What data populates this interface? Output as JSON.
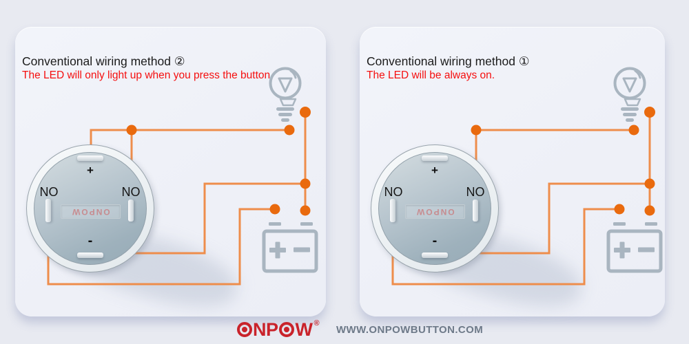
{
  "colors": {
    "wire": "#ee8d4b",
    "dot": "#e96a0e",
    "icon": "#a9b5c0",
    "brand": "#c9232b",
    "red": "#f50f0f",
    "ink": "#1b1b1b",
    "muted": "#6d7988"
  },
  "icons": {
    "bulb": "light-bulb-icon",
    "battery": "battery-icon",
    "junction": "junction-dot"
  },
  "panels": [
    {
      "title": "Conventional wiring method ②",
      "subtitle": "The LED will only light up when you press the button.",
      "button": {
        "top": "+",
        "bottom": "-",
        "left": "NO",
        "right": "NO",
        "plate": "ONPOW"
      }
    },
    {
      "title": "Conventional wiring method ①",
      "subtitle": "The LED will be always on.",
      "button": {
        "top": "+",
        "bottom": "-",
        "left": "NO",
        "right": "NO",
        "plate": "ONPOW"
      }
    }
  ],
  "footer": {
    "logo": "ONPOW",
    "registered": "®",
    "website": "WWW.ONPOWBUTTON.COM"
  }
}
